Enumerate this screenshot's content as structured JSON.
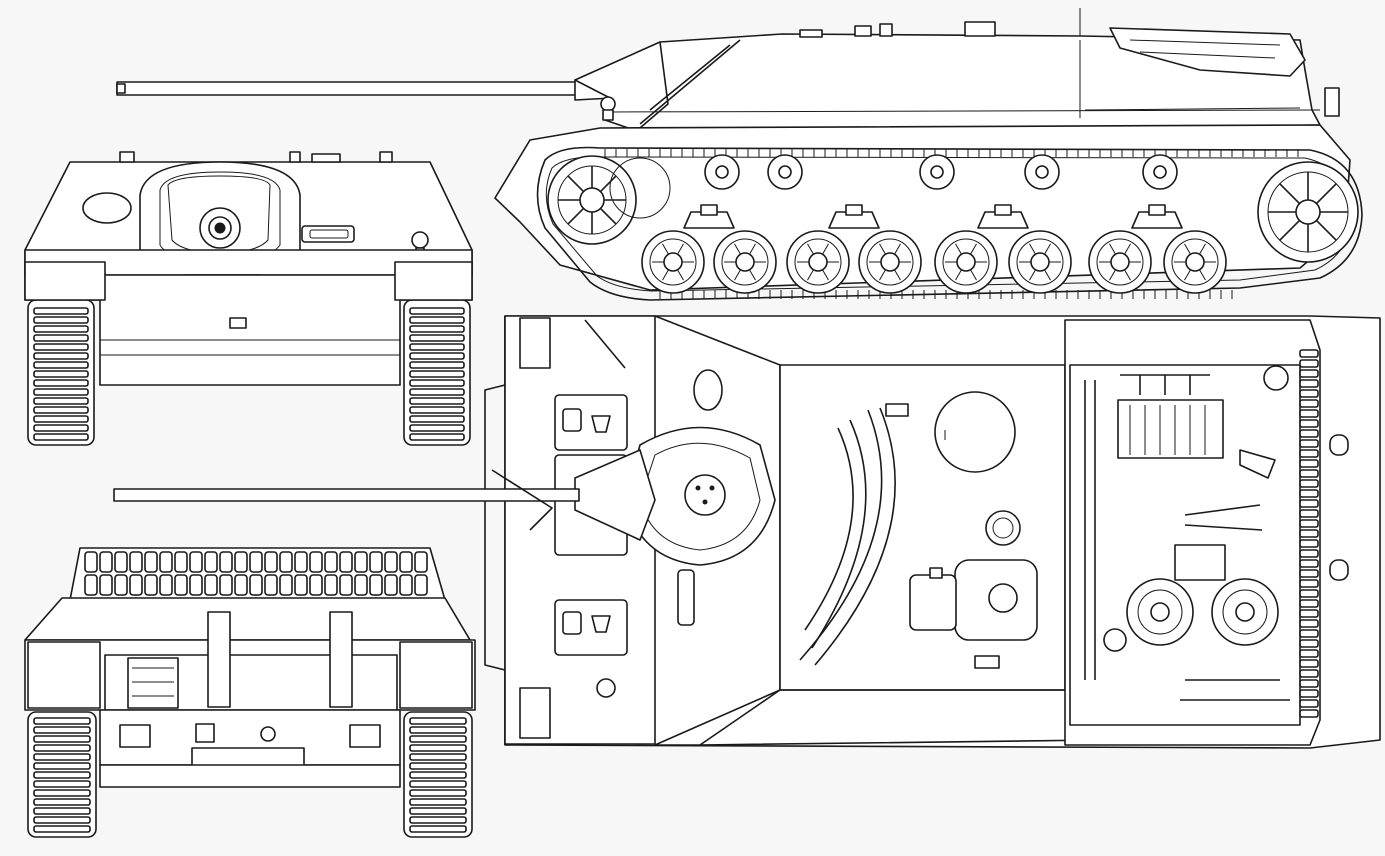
{
  "drawing": {
    "views": [
      {
        "id": "side",
        "icon": "tank-side-view"
      },
      {
        "id": "front",
        "icon": "tank-front-view"
      },
      {
        "id": "rear",
        "icon": "tank-rear-view"
      },
      {
        "id": "top",
        "icon": "tank-top-view"
      }
    ],
    "line_color": "#1a1a1a",
    "paper_color": "#f7f7f7"
  }
}
